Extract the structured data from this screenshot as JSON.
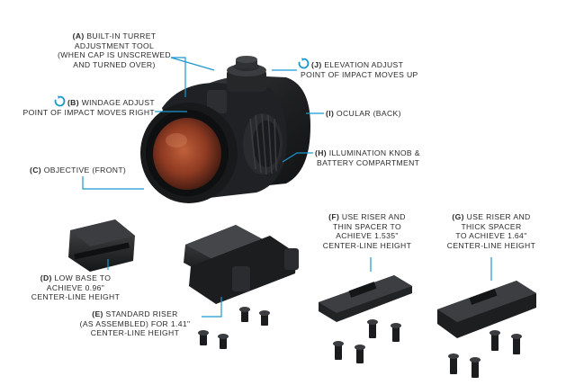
{
  "colors": {
    "accent": "#1a97cf",
    "leader": "#1a97cf",
    "body_dark": "#1e1f21",
    "lens": "#8a3a22",
    "text": "#2b2b2b"
  },
  "icons": {
    "rotate": "rotate-clockwise-icon"
  },
  "labels": {
    "a": {
      "key": "(A)",
      "line1": "BUILT-IN TURRET",
      "line2": "ADJUSTMENT TOOL",
      "line3": "(WHEN CAP IS UNSCREWED",
      "line4": "AND TURNED OVER)"
    },
    "b": {
      "key": "(B)",
      "line1": "WINDAGE ADJUST",
      "line2": "POINT OF IMPACT MOVES RIGHT"
    },
    "c": {
      "key": "(C)",
      "line1": "OBJECTIVE (FRONT)"
    },
    "d": {
      "key": "(D)",
      "line1": "LOW BASE TO",
      "line2": "ACHIEVE 0.96\"",
      "line3": "CENTER-LINE HEIGHT"
    },
    "e": {
      "key": "(E)",
      "line1": "STANDARD RISER",
      "line2": "(AS ASSEMBLED) FOR 1.41\"",
      "line3": "CENTER-LINE HEIGHT"
    },
    "f": {
      "key": "(F)",
      "line1": "USE RISER AND",
      "line2": "THIN SPACER TO",
      "line3": "ACHIEVE 1.535\"",
      "line4": "CENTER-LINE HEIGHT"
    },
    "g": {
      "key": "(G)",
      "line1": "USE RISER AND",
      "line2": "THICK SPACER",
      "line3": "TO ACHIEVE 1.64\"",
      "line4": "CENTER-LINE HEIGHT"
    },
    "h": {
      "key": "(H)",
      "line1": "ILLUMINATION KNOB &",
      "line2": "BATTERY COMPARTMENT"
    },
    "i": {
      "key": "(I)",
      "line1": "OCULAR (BACK)"
    },
    "j": {
      "key": "(J)",
      "line1": "ELEVATION ADJUST",
      "line2": "POINT OF IMPACT MOVES UP"
    }
  }
}
